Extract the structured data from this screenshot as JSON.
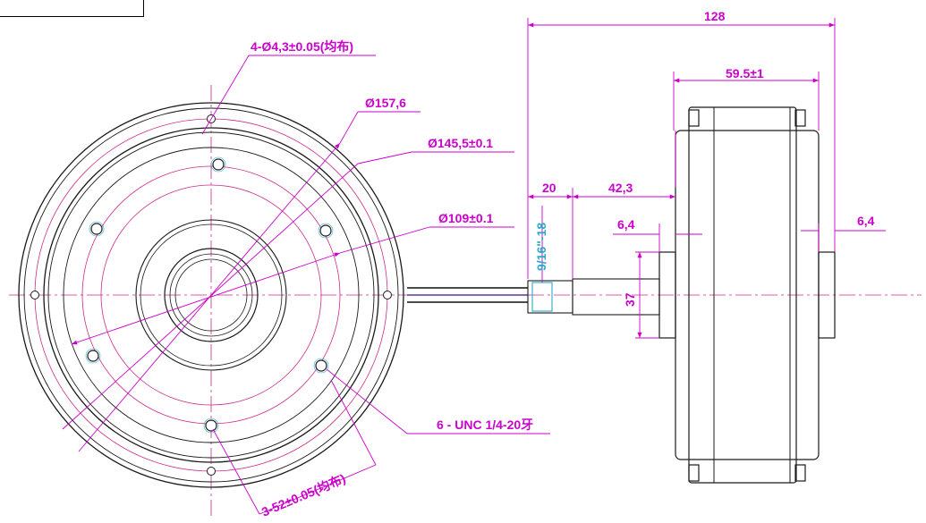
{
  "colors": {
    "outline": "#1a1a1a",
    "dimension": "#cc00cc",
    "centerline": "#cc2a8a",
    "cyan": "#2aa9c9",
    "wire": "#111111",
    "wire_accent": "#5a3a9a"
  },
  "front_view": {
    "hole_callout": "4-Ø4,3±0.05(均布)",
    "outer_diameter": "Ø157,6",
    "flange_diameter": "Ø145,5±0.1",
    "bolt_circle": "Ø109±0.1",
    "thread_callout": "6 - UNC 1/4-20牙",
    "arc_callout": "3-52±0.05(均布)"
  },
  "side_view": {
    "overall_length": "128",
    "body_length": "59.5±1",
    "shaft_length": "42,3",
    "cable_gland_length": "20",
    "thread_spec": "9/16\"-18",
    "shaft_diameter": "37",
    "step_left": "6,4",
    "step_right": "6,4"
  }
}
